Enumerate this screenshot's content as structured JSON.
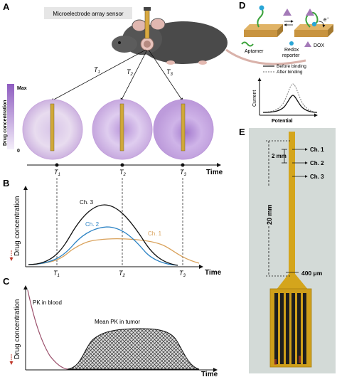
{
  "panels": {
    "A": {
      "letter": "A",
      "sensor_label": "Microelectrode array sensor",
      "timepoints": [
        "T",
        "T",
        "T"
      ],
      "timepoint_subs": [
        "1",
        "2",
        "3"
      ],
      "colorbar_max": "Max",
      "colorbar_min": "0",
      "colorbar_title": "Drug concentration",
      "time_label": "Time"
    },
    "B": {
      "letter": "B",
      "ylabel": "Drug concentration",
      "xlabel": "Time",
      "series_labels": [
        "Ch. 3",
        "Ch. 2",
        "Ch. 1"
      ],
      "tick_labels": [
        "T",
        "T",
        "T"
      ],
      "tick_subs": [
        "1",
        "2",
        "3"
      ]
    },
    "C": {
      "letter": "C",
      "ylabel": "Drug concentration",
      "xlabel": "Time",
      "blood_label": "PK in blood",
      "tumor_label": "Mean PK in tumor"
    },
    "D": {
      "letter": "D",
      "legend_aptamer": "Aptamer",
      "legend_redox": "Redox",
      "legend_reporter": "reporter",
      "legend_dox": "DOX",
      "electron": "e",
      "electron_sup": "−",
      "curve_before": "Before binding",
      "curve_after": "After binding",
      "ylabel": "Current",
      "xlabel": "Potential"
    },
    "E": {
      "letter": "E",
      "channels": [
        "Ch. 1",
        "Ch. 2",
        "Ch. 3"
      ],
      "spacing_label": "2 mm",
      "length_label": "20 mm",
      "width_label": "400 μm"
    }
  },
  "colors": {
    "ch1": "#d9a15a",
    "ch2": "#2b82c4",
    "ch3": "#111111",
    "blood": "#9a4e6a",
    "aptamer": "#3ca33c",
    "redox": "#2aa6d6",
    "dox": "#a47ab8",
    "purple": "#9b6fc4",
    "electrode_gold": "#d4a51c"
  }
}
